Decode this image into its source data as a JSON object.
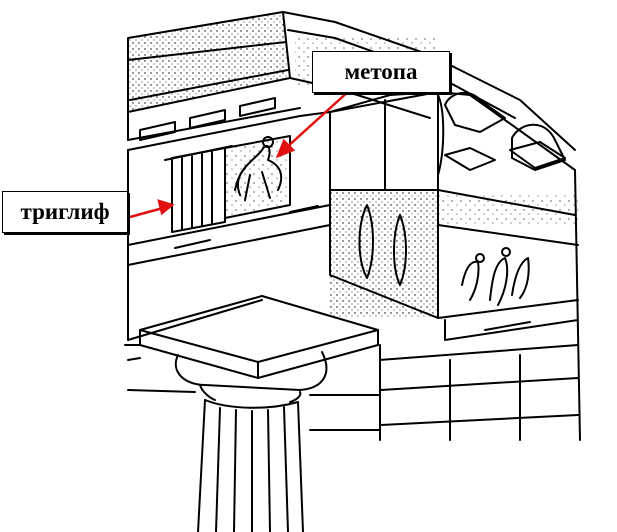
{
  "labels": {
    "metopa": "метопа",
    "triglif": "триглиф"
  },
  "colors": {
    "arrow": "#e01010",
    "ink": "#000000",
    "paper": "#ffffff"
  },
  "illustration": {
    "subject": "doric-entablature-corner",
    "elements": [
      "cornice",
      "frieze",
      "triglyph",
      "metope",
      "architrave",
      "capital",
      "column",
      "pediment"
    ]
  }
}
